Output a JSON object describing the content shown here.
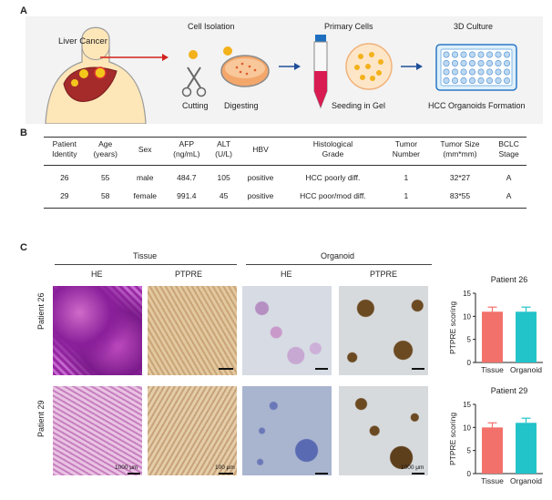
{
  "panel_letters": {
    "a": "A",
    "b": "B",
    "c": "C"
  },
  "workflow": {
    "liver_cancer": "Liver Cancer",
    "cell_isolation": "Cell Isolation",
    "cutting": "Cutting",
    "digesting": "Digesting",
    "primary_cells": "Primary Cells",
    "seeding": "Seeding in Gel",
    "culture_3d": "3D Culture",
    "organoid_formation": "HCC Organoids Formation"
  },
  "table": {
    "headers": [
      [
        "Patient",
        "Identity"
      ],
      [
        "Age",
        "(years)"
      ],
      [
        "Sex"
      ],
      [
        "AFP",
        "(ng/mL)"
      ],
      [
        "ALT",
        "(U/L)"
      ],
      [
        "HBV"
      ],
      [
        "Histological",
        "Grade"
      ],
      [
        "Tumor",
        "Number"
      ],
      [
        "Tumor Size",
        "(mm*mm)"
      ],
      [
        "BCLC",
        "Stage"
      ]
    ],
    "rows": [
      [
        "26",
        "55",
        "male",
        "484.7",
        "105",
        "positive",
        "HCC poorly diff.",
        "1",
        "32*27",
        "A"
      ],
      [
        "29",
        "58",
        "female",
        "991.4",
        "45",
        "positive",
        "HCC poor/mod diff.",
        "1",
        "83*55",
        "A"
      ]
    ]
  },
  "panel_c": {
    "tissue_header": "Tissue",
    "organoid_header": "Organoid",
    "col_he": "HE",
    "col_ptpre": "PTPRE",
    "row_p26": "Patient 26",
    "row_p29": "Patient 29",
    "scale_1000": "1000 μm",
    "scale_100": "100 μm"
  },
  "chart_data": [
    {
      "type": "bar",
      "title": "Patient 26",
      "categories": [
        "Tissue",
        "Organoid"
      ],
      "values": [
        11,
        11
      ],
      "errors": [
        1,
        1
      ],
      "ylabel": "PTPRE scoring",
      "ylim": [
        0,
        15
      ],
      "yticks": [
        0,
        5,
        10,
        15
      ],
      "colors": [
        "#f2716a",
        "#22c3c9"
      ]
    },
    {
      "type": "bar",
      "title": "Patient 29",
      "categories": [
        "Tissue",
        "Organoid"
      ],
      "values": [
        10,
        11
      ],
      "errors": [
        1,
        1
      ],
      "ylabel": "PTPRE scoring",
      "ylim": [
        0,
        15
      ],
      "yticks": [
        0,
        5,
        10,
        15
      ],
      "colors": [
        "#f2716a",
        "#22c3c9"
      ]
    }
  ]
}
